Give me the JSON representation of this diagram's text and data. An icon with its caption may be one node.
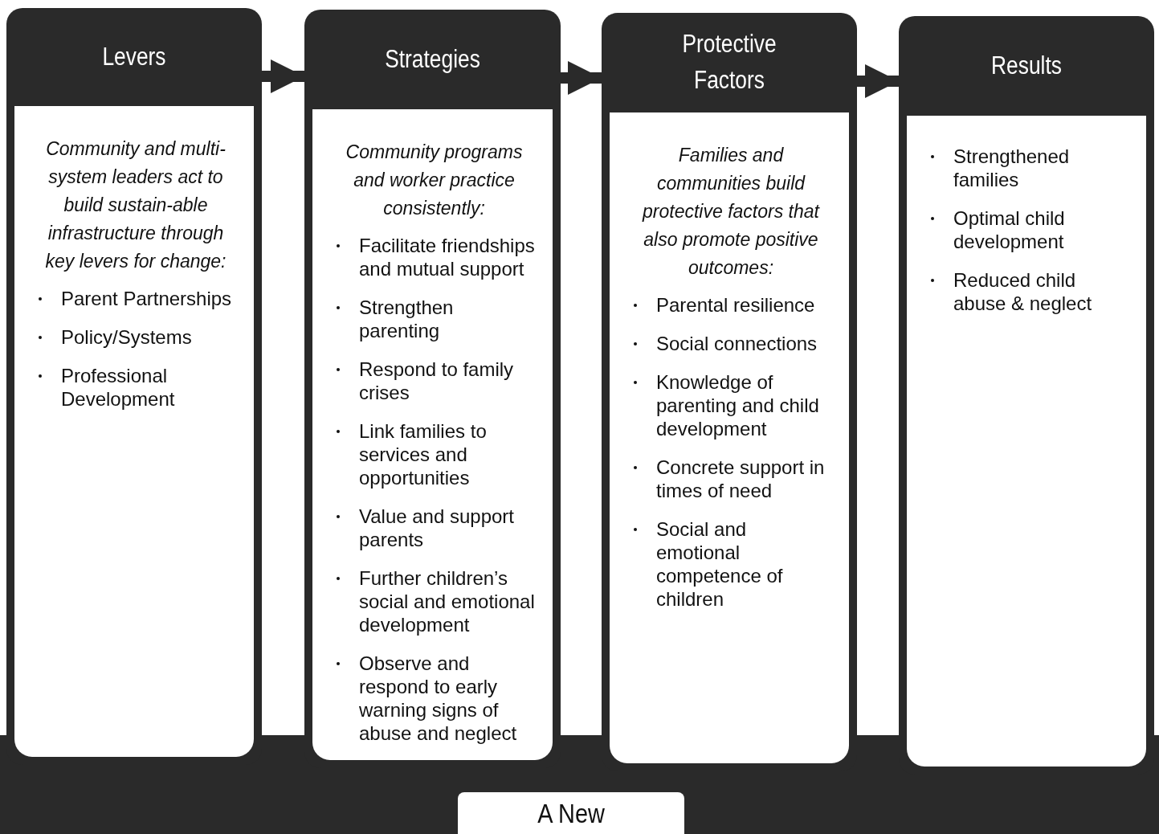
{
  "diagram": {
    "nodes": [
      {
        "text": [
          "Levers",
          "Community and multi-system leaders act to build sustain-able infrastructure through key levers for change:",
          "Parent Partnerships",
          "Policy/Systems",
          "Professional Development"
        ]
      },
      {
        "text": [
          "Strategies",
          "Community programs and worker practice consistently:",
          "Facilitate friendships and mutual support",
          "Strengthen parenting",
          "Respond to family crises",
          "Link families to services and opportunities",
          "Value and support parents",
          "Further children’s social and emotional development",
          "Observe and respond to early warning signs of abuse and neglect"
        ]
      },
      {
        "text": [
          "Protective Factors",
          "Families and communities build protective factors that also promote positive outcomes:",
          "Parental resilience",
          "Social connections",
          "Knowledge of parenting and child development",
          "Concrete support in times of need",
          "Social and emotional competence of children"
        ]
      },
      {
        "text": [
          "Results",
          "Strengthened families",
          "Optimal child development",
          "Reduced child abuse & neglect"
        ]
      },
      {
        "text": [
          "A New"
        ]
      }
    ],
    "edges": [
      {
        "from": 0,
        "to": 1,
        "arrow": "to"
      },
      {
        "from": 1,
        "to": 2,
        "arrow": "to"
      },
      {
        "from": 2,
        "to": 3,
        "arrow": "to"
      }
    ]
  }
}
